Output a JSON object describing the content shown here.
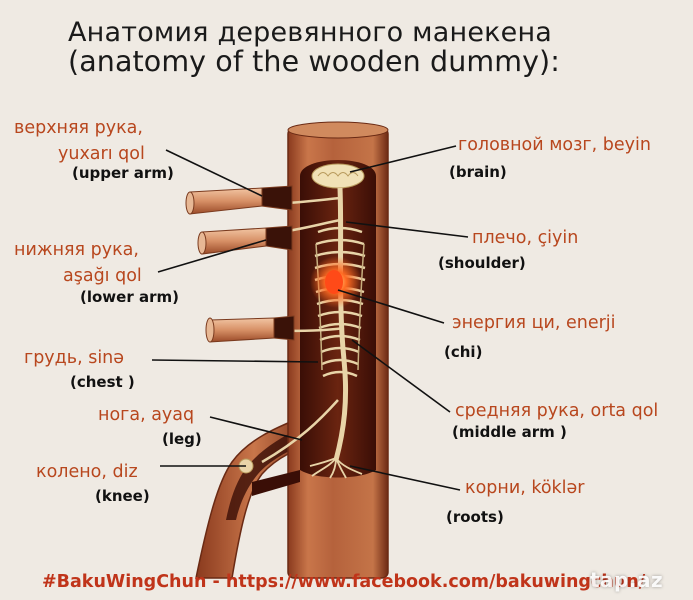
{
  "title": {
    "line1": "Анатомия деревянного манекена",
    "line2": "(anatomy of the wooden dummy):"
  },
  "labels": {
    "upper_arm": {
      "local1": "верхняя рука,",
      "local2": "yuxarı qol",
      "english": "(upper arm)"
    },
    "lower_arm": {
      "local1": "нижняя рука,",
      "local2": "aşağı qol",
      "english": "(lower arm)"
    },
    "chest": {
      "local": "грудь, sinə",
      "english": "(chest )"
    },
    "leg": {
      "local": "нога, ayaq",
      "english": "(leg)"
    },
    "knee": {
      "local": "колено, diz",
      "english": "(knee)"
    },
    "brain": {
      "local": "головной мозг,  beyin",
      "english": "(brain)"
    },
    "shoulder": {
      "local": "плечо, çiyin",
      "english": "(shoulder)"
    },
    "chi": {
      "local": "энергия ци, enerji",
      "english": "(chi)"
    },
    "middle_arm": {
      "local": "средняя рука, orta qol",
      "english": "(middle arm )"
    },
    "roots": {
      "local": "корни, köklər",
      "english": "(roots)"
    }
  },
  "footer": {
    "hashtag": "#BakuWingChun",
    "separator": " - ",
    "url": "https://www.facebook.com/bakuwingchun/"
  },
  "watermark": "tap.az",
  "colors": {
    "label_orange": "#b8471e",
    "footer_red": "#c0341a",
    "wood": "#b5623c",
    "wood_dark": "#5a1e10",
    "bone": "#e8d4a8",
    "chi": "#ff5a1e"
  }
}
